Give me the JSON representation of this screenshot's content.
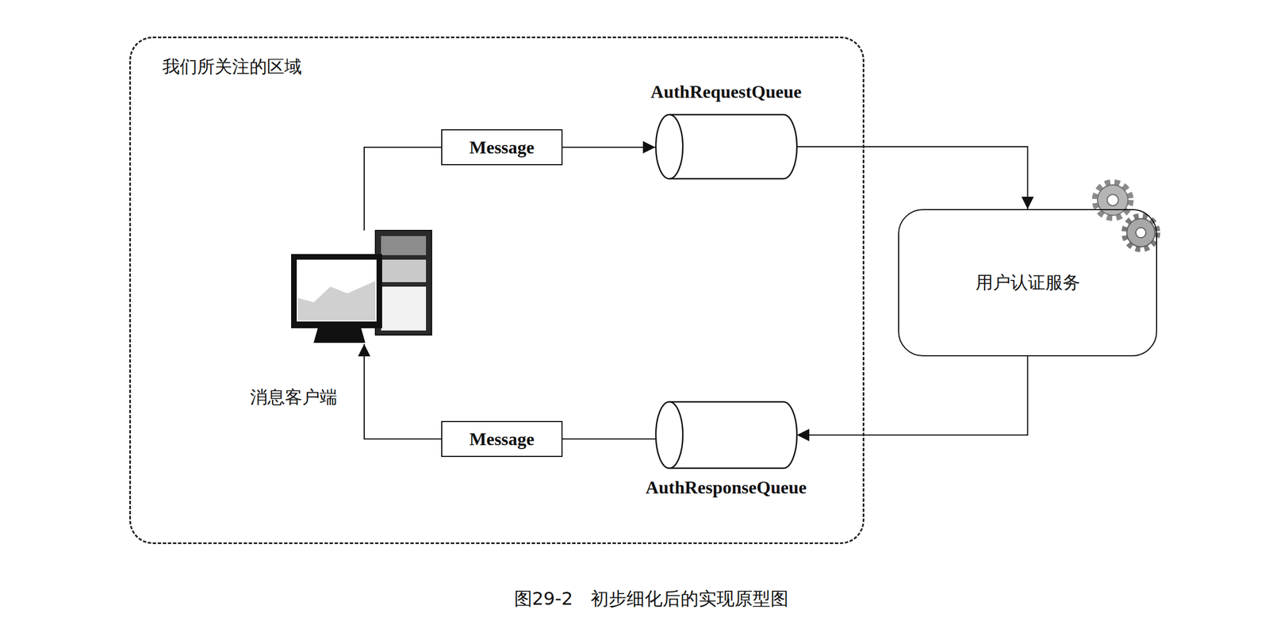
{
  "diagram": {
    "caption": "图29-2　初步细化后的实现原型图",
    "nodes": [
      {
        "text": [
          "我们所关注的区域"
        ]
      },
      {
        "text": [
          "Message"
        ],
        "in": 0
      },
      {
        "text": [
          "AuthRequestQueue"
        ],
        "in": 0
      },
      {
        "text": [
          "用户认证服务"
        ]
      },
      {
        "text": [
          "AuthResponseQueue"
        ],
        "in": 0
      },
      {
        "text": [
          "Message"
        ],
        "in": 0
      },
      {
        "text": [
          "消息客户端"
        ],
        "in": 0
      }
    ],
    "edges": [
      {
        "from": 6,
        "to": 1,
        "arrow": "none"
      },
      {
        "from": 1,
        "to": 2,
        "arrow": "to"
      },
      {
        "from": 2,
        "to": 3,
        "arrow": "to"
      },
      {
        "from": 3,
        "to": 4,
        "arrow": "to"
      },
      {
        "from": 4,
        "to": 5,
        "arrow": "none"
      },
      {
        "from": 5,
        "to": 6,
        "arrow": "to"
      }
    ]
  }
}
